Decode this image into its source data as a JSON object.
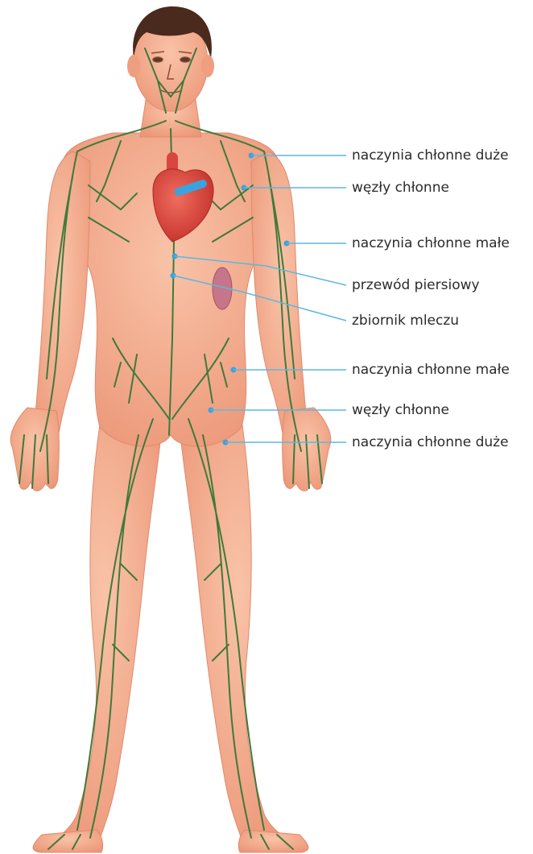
{
  "colors": {
    "skin": "#f4a98a",
    "skin_shadow": "#e58d70",
    "hair": "#4a2a1c",
    "vessel": "#3f7a3a",
    "heart": "#d9463f",
    "leader_line": "#5bb8e0",
    "label_text": "#2b2b2b"
  },
  "labels": [
    {
      "text": "naczynia chłonne duże"
    },
    {
      "text": "węzły chłonne"
    },
    {
      "text": "naczynia chłonne małe"
    },
    {
      "text": "przewód piersiowy"
    },
    {
      "text": "zbiornik mleczu"
    },
    {
      "text": "naczynia chłonne małe"
    },
    {
      "text": "węzły chłonne"
    },
    {
      "text": "naczynia chłonne duże"
    }
  ]
}
